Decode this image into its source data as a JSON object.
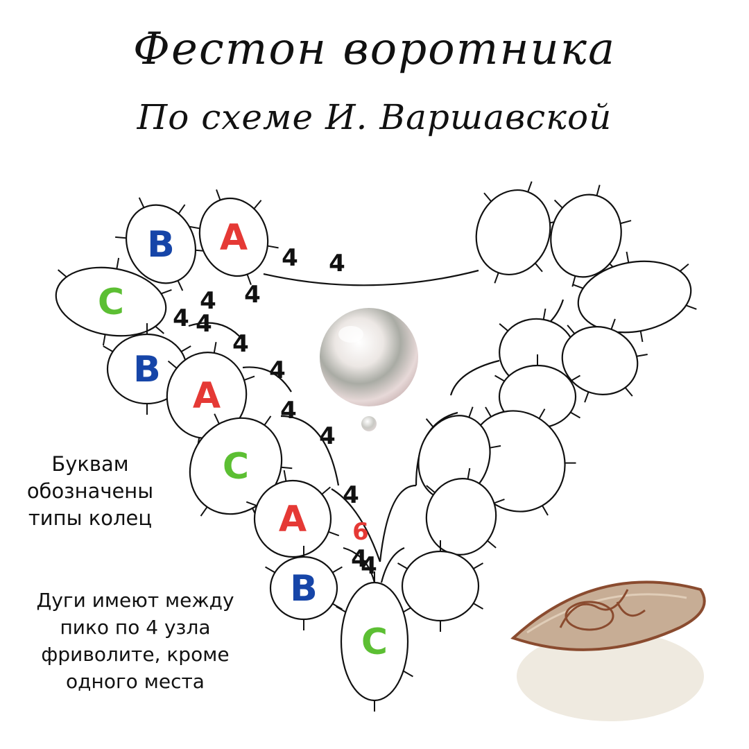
{
  "title": "Фестон воротника",
  "subtitle": "По схеме И. Варшавской",
  "ring_types": {
    "A": "A",
    "B": "B",
    "C": "C"
  },
  "colors": {
    "A": "#e53935",
    "B": "#1645a8",
    "C": "#5cbf33",
    "counts": "#111111",
    "special": "#e53935"
  },
  "left_rings": [
    {
      "label": "B",
      "type": "B"
    },
    {
      "label": "A",
      "type": "A"
    },
    {
      "label": "C",
      "type": "C"
    },
    {
      "label": "B",
      "type": "B"
    },
    {
      "label": "A",
      "type": "A"
    },
    {
      "label": "C",
      "type": "C"
    },
    {
      "label": "A",
      "type": "A"
    },
    {
      "label": "B",
      "type": "B"
    },
    {
      "label": "C",
      "type": "C"
    }
  ],
  "stitch_counts": [
    "4",
    "4",
    "4",
    "4",
    "4",
    "4",
    "4",
    "4",
    "4",
    "4",
    "4",
    "6",
    "4",
    "4"
  ],
  "note_letters": "Буквам обозначены типы колец",
  "note_arcs": "Дуги имеют между пико по 4 узла фриволите, кроме одного места",
  "icons": [
    "large-pearl-bead",
    "small-pearl-bead",
    "tatting-shuttle-logo"
  ]
}
